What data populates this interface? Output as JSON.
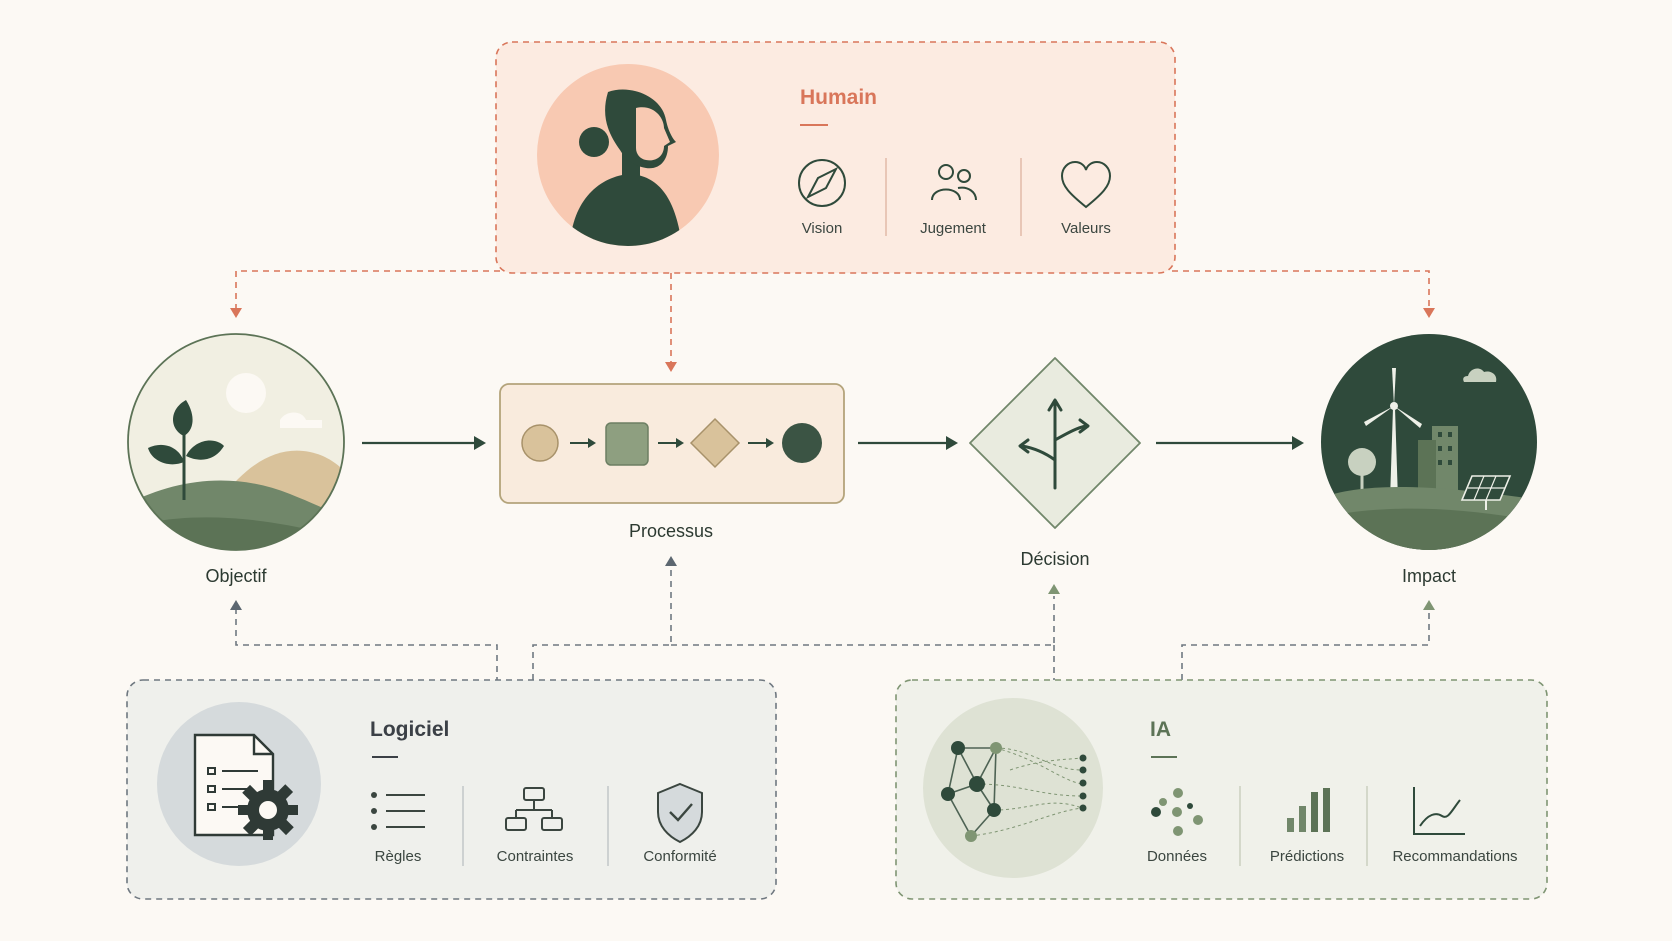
{
  "humain": {
    "title": "Humain",
    "items": [
      {
        "label": "Vision",
        "icon": "compass-icon"
      },
      {
        "label": "Jugement",
        "icon": "people-icon"
      },
      {
        "label": "Valeurs",
        "icon": "heart-icon"
      }
    ]
  },
  "flow": {
    "objectif": "Objectif",
    "processus": "Processus",
    "decision": "Décision",
    "impact": "Impact"
  },
  "logiciel": {
    "title": "Logiciel",
    "items": [
      {
        "label": "Règles",
        "icon": "list-icon"
      },
      {
        "label": "Contraintes",
        "icon": "hierarchy-icon"
      },
      {
        "label": "Conformité",
        "icon": "shield-check-icon"
      }
    ]
  },
  "ia": {
    "title": "IA",
    "items": [
      {
        "label": "Données",
        "icon": "data-dots-icon"
      },
      {
        "label": "Prédictions",
        "icon": "bar-chart-icon"
      },
      {
        "label": "Recommandations",
        "icon": "line-chart-icon"
      }
    ]
  },
  "colors": {
    "human_accent": "#d9765a",
    "dark_green": "#2f4a3b",
    "sage": "#7f9573",
    "software_border": "#6f7880"
  }
}
